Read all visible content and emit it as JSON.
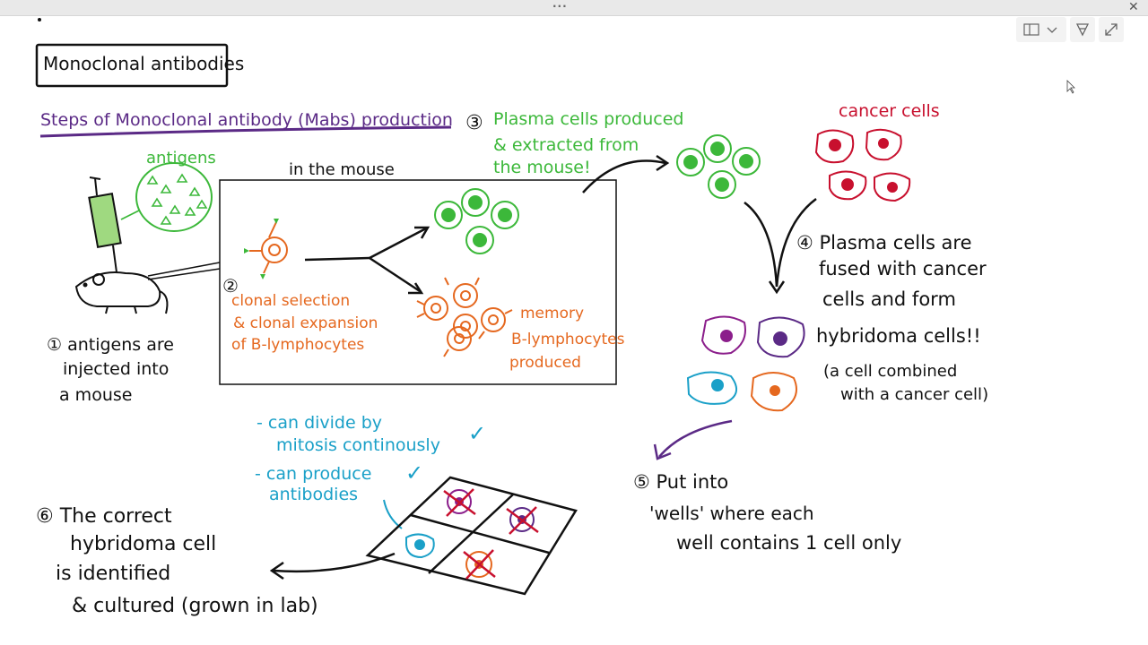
{
  "window": {
    "close_glyph": "✕",
    "dots_glyph": "···"
  },
  "toolbar": {
    "icons": [
      "panel-layout-icon",
      "chevron-down-icon",
      "pen-tool-icon",
      "expand-icon"
    ]
  },
  "colors": {
    "black": "#111111",
    "green": "#3cb83a",
    "orange": "#e5681f",
    "purple": "#5b2a86",
    "red": "#c8102e",
    "blue": "#1aa0c8",
    "magenta": "#8b1e8b"
  },
  "note": {
    "title": "Monoclonal antibodies",
    "heading": "Steps of Monoclonal antibody (Mabs) production",
    "antigens_label": "antigens",
    "in_mouse": "in the mouse",
    "step1": [
      "① antigens are",
      "injected into",
      "a mouse"
    ],
    "step2_num": "②",
    "step2": [
      "clonal selection",
      "& clonal expansion",
      "of B-lymphocytes"
    ],
    "memory": [
      "memory",
      "B-lymphocytes",
      "produced"
    ],
    "step3_num": "③",
    "step3": [
      "Plasma cells produced",
      "& extracted from",
      "the mouse!"
    ],
    "cancer_label": "cancer cells",
    "step4": [
      "④ Plasma cells are",
      "fused with cancer",
      "cells and form",
      "hybridoma cells!!"
    ],
    "step4_note": [
      "(a cell combined",
      "with a cancer cell)"
    ],
    "step5": [
      "⑤ Put into",
      "'wells' where each",
      "well contains 1 cell only"
    ],
    "step6": [
      "⑥ The correct",
      "hybridoma cell",
      "is identified",
      "& cultured (grown in lab)"
    ],
    "props": [
      "- can divide by",
      "mitosis continously",
      "- can produce",
      "antibodies"
    ],
    "checkmark": "✓"
  }
}
